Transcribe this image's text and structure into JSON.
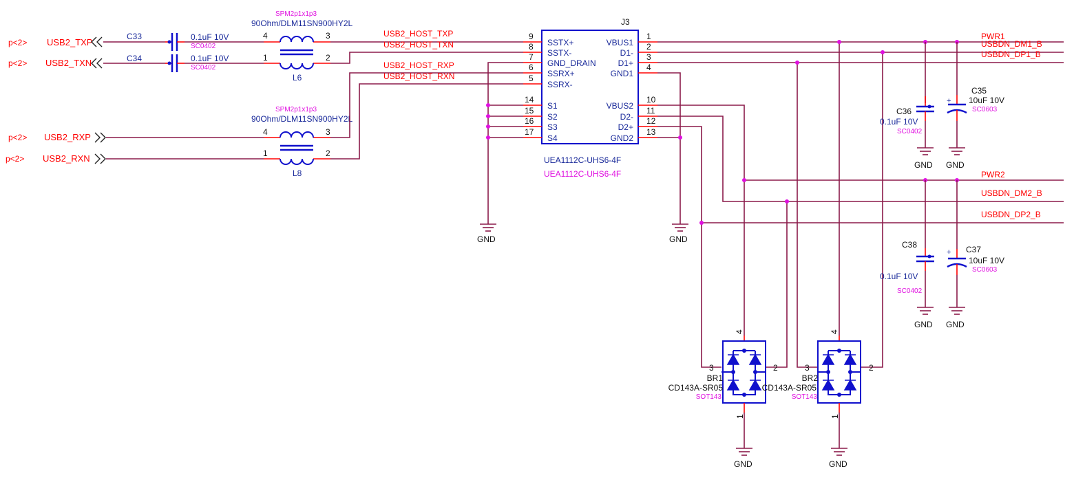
{
  "colors": {
    "wire": "#8b1a4a",
    "net_label": "#ff0000",
    "part_text": "#1a2a9a",
    "footprint": "#e010e0",
    "junction": "#e010e0",
    "pin": "#ff0000"
  },
  "ports": [
    {
      "sheet": "p<2>",
      "name": "USB2_TXP"
    },
    {
      "sheet": "p<2>",
      "name": "USB2_TXN"
    },
    {
      "sheet": "p<2>",
      "name": "USB2_RXP"
    },
    {
      "sheet": "p<2>",
      "name": "USB2_RXN"
    }
  ],
  "caps": {
    "c33": {
      "ref": "C33",
      "value": "0.1uF 10V",
      "fp": "SC0402"
    },
    "c34": {
      "ref": "C34",
      "value": "0.1uF 10V",
      "fp": "SC0402"
    },
    "c35": {
      "ref": "C35",
      "value": "10uF 10V",
      "fp": "SC0603"
    },
    "c36": {
      "ref": "C36",
      "value": "0.1uF 10V",
      "fp": "SC0402"
    },
    "c37": {
      "ref": "C37",
      "value": "10uF 10V",
      "fp": "SC0603"
    },
    "c38": {
      "ref": "C38",
      "value": "0.1uF 10V",
      "fp": "SC0402"
    }
  },
  "chokes": {
    "l6": {
      "ref": "L6",
      "value": "90Ohm/DLM11SN900HY2L",
      "fp": "SPM2p1x1p3",
      "pins": [
        "4",
        "3",
        "1",
        "2"
      ]
    },
    "l8": {
      "ref": "L8",
      "value": "90Ohm/DLM11SN900HY2L",
      "fp": "SPM2p1x1p3",
      "pins": [
        "4",
        "3",
        "1",
        "2"
      ]
    }
  },
  "nets": {
    "host_txp": "USB2_HOST_TXP",
    "host_txn": "USB2_HOST_TXN",
    "host_rxp": "USB2_HOST_RXP",
    "host_rxn": "USB2_HOST_RXN",
    "pwr1": "PWR1",
    "dm1": "USBDN_DM1_B",
    "dp1": "USBDN_DP1_B",
    "pwr2": "PWR2",
    "dm2": "USBDN_DM2_B",
    "dp2": "USBDN_DP2_B",
    "gnd": "GND"
  },
  "connector": {
    "ref": "J3",
    "part": "UEA1112C-UHS6-4F",
    "part2": "UEA1112C-UHS6-4F",
    "left_pins": [
      {
        "num": "9",
        "name": "SSTX+"
      },
      {
        "num": "8",
        "name": "SSTX-"
      },
      {
        "num": "7",
        "name": "GND_DRAIN"
      },
      {
        "num": "6",
        "name": "SSRX+"
      },
      {
        "num": "5",
        "name": "SSRX-"
      },
      {
        "num": "14",
        "name": "S1"
      },
      {
        "num": "15",
        "name": "S2"
      },
      {
        "num": "16",
        "name": "S3"
      },
      {
        "num": "17",
        "name": "S4"
      }
    ],
    "right_pins": [
      {
        "num": "1",
        "name": "VBUS1"
      },
      {
        "num": "2",
        "name": "D1-"
      },
      {
        "num": "3",
        "name": "D1+"
      },
      {
        "num": "4",
        "name": "GND1"
      },
      {
        "num": "10",
        "name": "VBUS2"
      },
      {
        "num": "11",
        "name": "D2-"
      },
      {
        "num": "12",
        "name": "D2+"
      },
      {
        "num": "13",
        "name": "GND2"
      }
    ]
  },
  "tvs": {
    "br1": {
      "ref": "BR1",
      "part": "CD143A-SR05",
      "fp": "SOT143",
      "pins": [
        "4",
        "3",
        "2",
        "1"
      ]
    },
    "br2": {
      "ref": "BR2",
      "part": "CD143A-SR05",
      "fp": "SOT143",
      "pins": [
        "4",
        "3",
        "2",
        "1"
      ]
    }
  },
  "plus_sign": "+"
}
